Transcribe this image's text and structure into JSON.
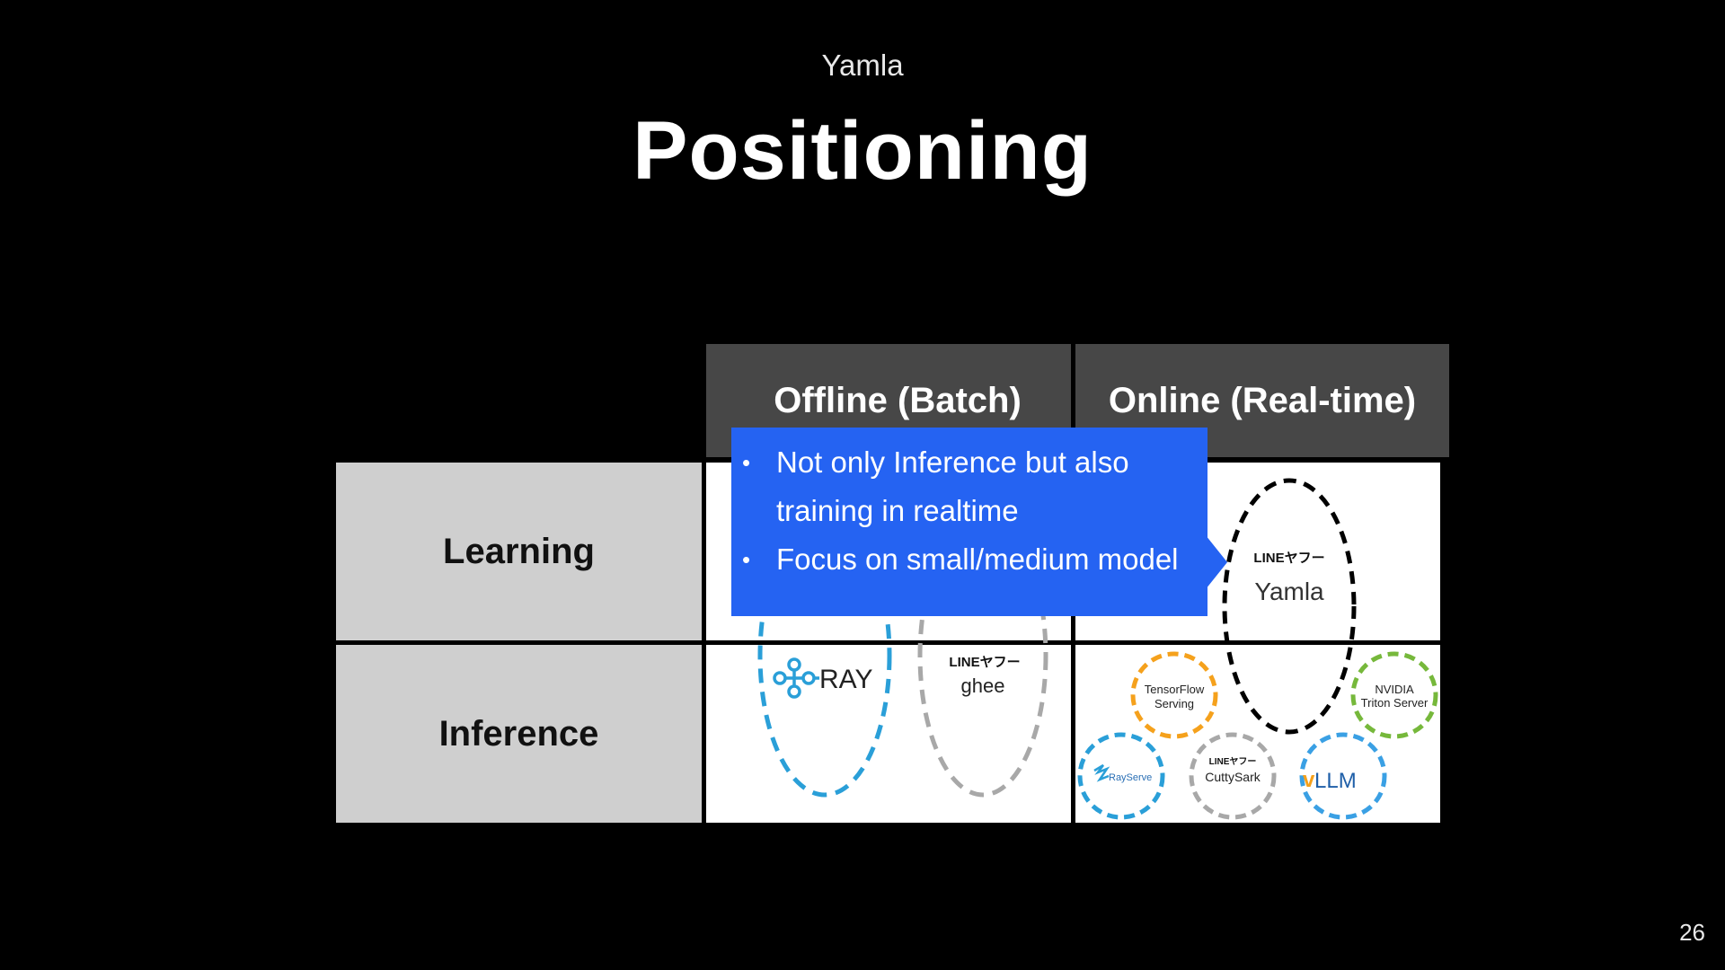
{
  "slide": {
    "subtitle": "Yamla",
    "title": "Positioning",
    "page_number": "26"
  },
  "matrix": {
    "columns": [
      "Offline (Batch)",
      "Online (Real-time)"
    ],
    "rows": [
      "Learning",
      "Inference"
    ]
  },
  "callout": {
    "bullet": "•",
    "items": [
      "Not only Inference but also",
      "training in realtime",
      "Focus on small/medium model"
    ]
  },
  "logos": {
    "ray": "RAY",
    "lineyahoo": "LINEヤフー",
    "ghee": "ghee",
    "yamla": "Yamla",
    "tensorflow_1": "TensorFlow",
    "tensorflow_2": "Serving",
    "nvidia_1": "NVIDIA",
    "nvidia_2": "Triton Server",
    "rayserve": "RayServe",
    "cuttysark": "CuttySark",
    "vllm": "LLM",
    "vllm_v": "v"
  },
  "colors": {
    "ray_blue": "#2a9fd8",
    "ghee_gray": "#a8a8a8",
    "yamla_black": "#000000",
    "tensorflow_orange": "#f5a11c",
    "nvidia_green": "#76b83b",
    "rayserve_blue": "#2a9fd8",
    "cuttysark_gray": "#a8a8a8",
    "vllm_blue": "#3aa0e4",
    "callout_blue": "#2563f2",
    "header_gray": "#474747",
    "rowlabel_gray": "#cfcfcf"
  }
}
